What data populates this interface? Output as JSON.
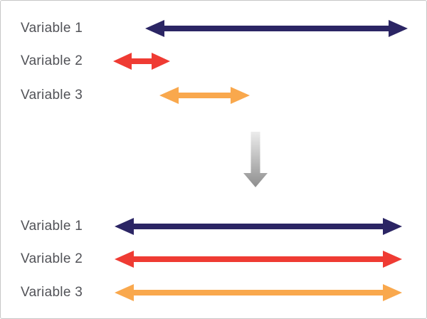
{
  "colors": {
    "navy": "#2b2564",
    "red": "#ef3b33",
    "orange": "#f9a84d",
    "label_text": "#515257",
    "frame_border": "#c7c7c7",
    "gray_arrow_top": "#ececec",
    "gray_arrow_bottom": "#8e8e8e"
  },
  "before": {
    "rows": [
      {
        "label": "Variable 1",
        "arrow_color": "navy"
      },
      {
        "label": "Variable 2",
        "arrow_color": "red"
      },
      {
        "label": "Variable 3",
        "arrow_color": "orange"
      }
    ]
  },
  "transform": {
    "icon": "down-arrow-icon"
  },
  "after": {
    "rows": [
      {
        "label": "Variable 1",
        "arrow_color": "navy"
      },
      {
        "label": "Variable 2",
        "arrow_color": "red"
      },
      {
        "label": "Variable 3",
        "arrow_color": "orange"
      }
    ]
  }
}
